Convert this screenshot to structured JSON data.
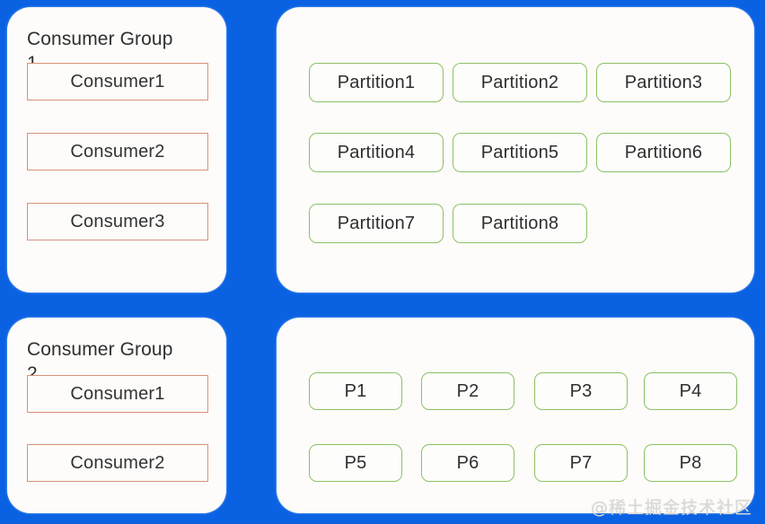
{
  "background_color": "#0a62e3",
  "card_color": "#fdfcfa",
  "consumer_border_color": "#d6937a",
  "partition_border_color": "#8cc163",
  "groups": [
    {
      "title": "Consumer Group 1",
      "consumers": [
        {
          "label": "Consumer1"
        },
        {
          "label": "Consumer2"
        },
        {
          "label": "Consumer3"
        }
      ]
    },
    {
      "title": "Consumer Group 2",
      "consumers": [
        {
          "label": "Consumer1"
        },
        {
          "label": "Consumer2"
        }
      ]
    }
  ],
  "partition_panel": {
    "partitions": [
      {
        "label": "Partition1"
      },
      {
        "label": "Partition2"
      },
      {
        "label": "Partition3"
      },
      {
        "label": "Partition4"
      },
      {
        "label": "Partition5"
      },
      {
        "label": "Partition6"
      },
      {
        "label": "Partition7"
      },
      {
        "label": "Partition8"
      }
    ]
  },
  "short_partition_panel": {
    "partitions": [
      {
        "label": "P1"
      },
      {
        "label": "P2"
      },
      {
        "label": "P3"
      },
      {
        "label": "P4"
      },
      {
        "label": "P5"
      },
      {
        "label": "P6"
      },
      {
        "label": "P7"
      },
      {
        "label": "P8"
      }
    ]
  },
  "watermark": "@稀土掘金技术社区"
}
